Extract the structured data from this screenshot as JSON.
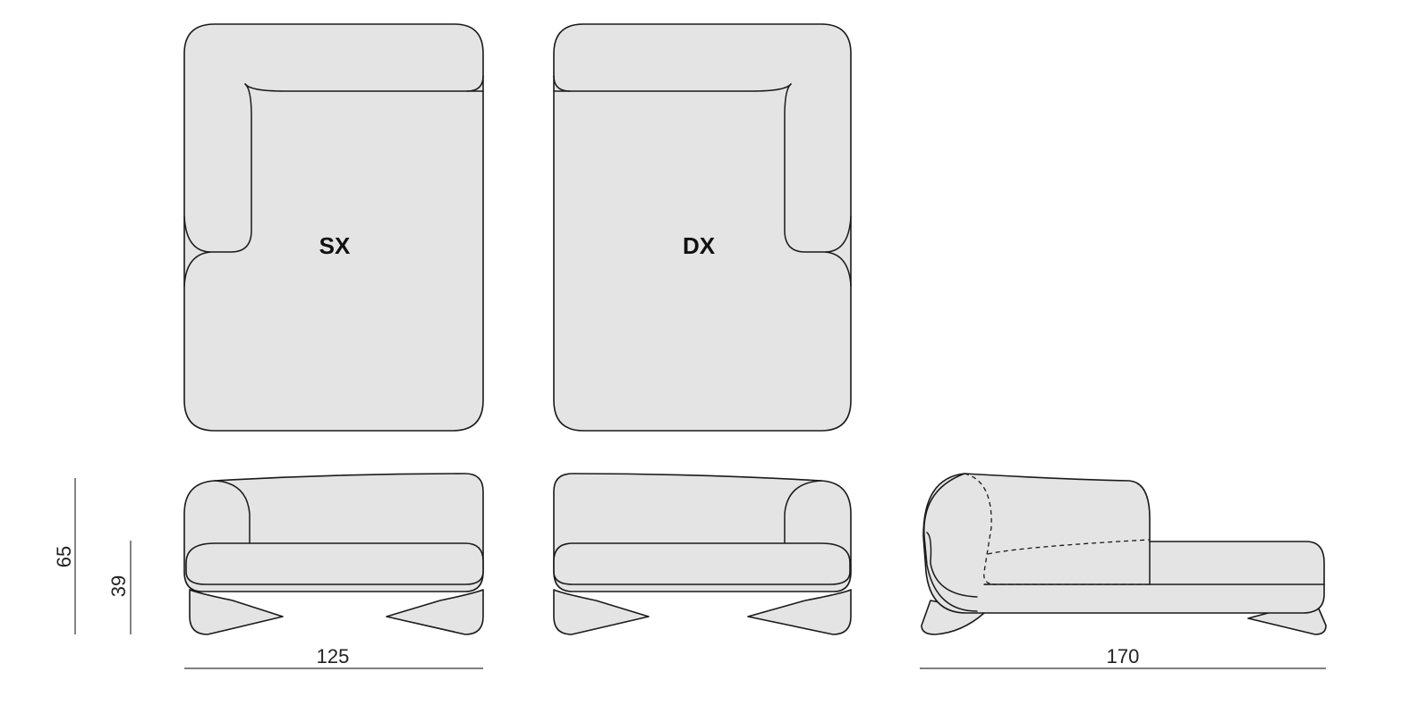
{
  "top_views": {
    "left_label": "SX",
    "right_label": "DX"
  },
  "dimensions": {
    "height_total": "65",
    "height_seat": "39",
    "width_front": "125",
    "length_side": "170"
  }
}
